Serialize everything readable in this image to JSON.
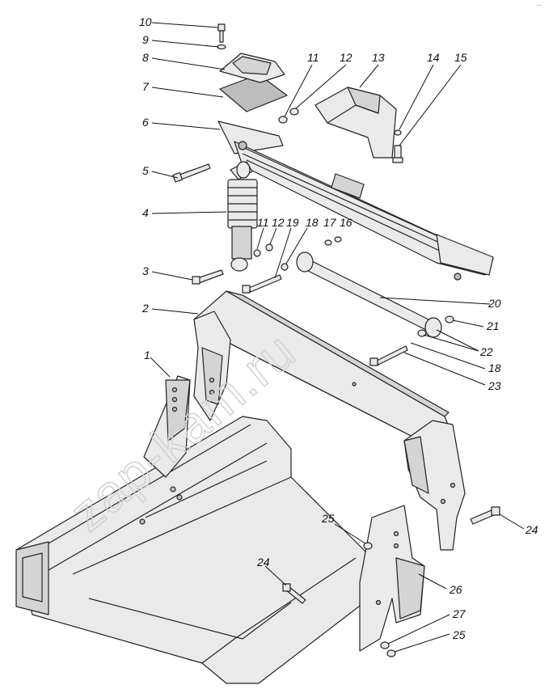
{
  "watermark": "zap-kam.ru",
  "corner_mark": "—",
  "callouts": {
    "c10": "10",
    "c9": "9",
    "c8": "8",
    "c7": "7",
    "c6": "6",
    "c5": "5",
    "c4": "4",
    "c3": "3",
    "c2": "2",
    "c1": "1",
    "c11a": "11",
    "c12a": "12",
    "c13": "13",
    "c14": "14",
    "c15": "15",
    "c11b": "11",
    "c12b": "12",
    "c19": "19",
    "c17": "17",
    "c16": "16",
    "c18a": "18",
    "c20": "20",
    "c21": "21",
    "c22": "22",
    "c18b": "18",
    "c23": "23",
    "c24a": "24",
    "c25a": "25",
    "c24b": "24",
    "c26": "26",
    "c27": "27",
    "c25b": "25"
  }
}
